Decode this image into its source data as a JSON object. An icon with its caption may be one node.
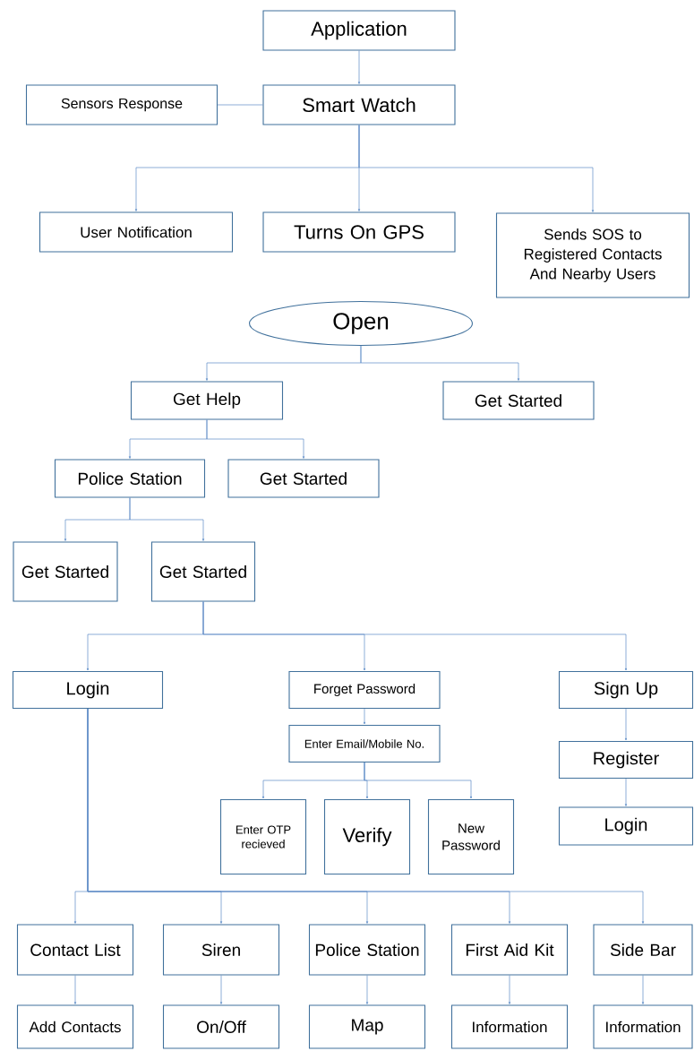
{
  "diagram": {
    "nodes": [
      {
        "text": [
          "Application"
        ]
      },
      {
        "text": [
          "Sensors Response"
        ]
      },
      {
        "text": [
          "Smart Watch"
        ]
      },
      {
        "text": [
          "User Notification"
        ]
      },
      {
        "text": [
          "Turns On GPS"
        ]
      },
      {
        "text": [
          "Sends SOS to Registered Contacts And Nearby Users"
        ]
      },
      {
        "text": [
          "Open"
        ]
      },
      {
        "text": [
          "Get Help"
        ]
      },
      {
        "text": [
          "Get Started"
        ]
      },
      {
        "text": [
          "Police Station"
        ]
      },
      {
        "text": [
          "Get Started"
        ]
      },
      {
        "text": [
          "Get Started"
        ]
      },
      {
        "text": [
          "Get Started"
        ]
      },
      {
        "text": [
          "Login"
        ]
      },
      {
        "text": [
          "Forget Password"
        ]
      },
      {
        "text": [
          "Enter Email/Mobile No."
        ]
      },
      {
        "text": [
          "Enter OTP recieved"
        ]
      },
      {
        "text": [
          "Verify"
        ]
      },
      {
        "text": [
          "New Password"
        ]
      },
      {
        "text": [
          "Sign Up"
        ]
      },
      {
        "text": [
          "Register"
        ]
      },
      {
        "text": [
          "Login"
        ]
      },
      {
        "text": [
          "Contact List"
        ]
      },
      {
        "text": [
          "Siren"
        ]
      },
      {
        "text": [
          "Police Station"
        ]
      },
      {
        "text": [
          "First Aid Kit"
        ]
      },
      {
        "text": [
          "Side Bar"
        ]
      },
      {
        "text": [
          "Add Contacts"
        ]
      },
      {
        "text": [
          "On/Off"
        ]
      },
      {
        "text": [
          "Map"
        ]
      },
      {
        "text": [
          "Information"
        ]
      },
      {
        "text": [
          "Information"
        ]
      }
    ],
    "edges": [
      {
        "from": 0,
        "to": 2,
        "arrow": "to"
      },
      {
        "from": 1,
        "to": 2,
        "arrow": "none"
      },
      {
        "from": 2,
        "to": 3,
        "arrow": "to"
      },
      {
        "from": 2,
        "to": 4,
        "arrow": "to"
      },
      {
        "from": 2,
        "to": 5,
        "arrow": "to"
      },
      {
        "from": 6,
        "to": 7,
        "arrow": "to"
      },
      {
        "from": 6,
        "to": 8,
        "arrow": "to"
      },
      {
        "from": 7,
        "to": 9,
        "arrow": "to"
      },
      {
        "from": 7,
        "to": 10,
        "arrow": "to"
      },
      {
        "from": 9,
        "to": 11,
        "arrow": "to"
      },
      {
        "from": 9,
        "to": 12,
        "arrow": "to"
      },
      {
        "from": 12,
        "to": 13,
        "arrow": "to"
      },
      {
        "from": 12,
        "to": 14,
        "arrow": "to"
      },
      {
        "from": 12,
        "to": 19,
        "arrow": "to"
      },
      {
        "from": 14,
        "to": 15,
        "arrow": "to"
      },
      {
        "from": 15,
        "to": 16,
        "arrow": "to"
      },
      {
        "from": 15,
        "to": 17,
        "arrow": "to"
      },
      {
        "from": 15,
        "to": 18,
        "arrow": "to"
      },
      {
        "from": 19,
        "to": 20,
        "arrow": "to"
      },
      {
        "from": 20,
        "to": 21,
        "arrow": "to"
      },
      {
        "from": 13,
        "to": 22,
        "arrow": "to"
      },
      {
        "from": 13,
        "to": 23,
        "arrow": "to"
      },
      {
        "from": 13,
        "to": 24,
        "arrow": "to"
      },
      {
        "from": 13,
        "to": 25,
        "arrow": "to"
      },
      {
        "from": 13,
        "to": 26,
        "arrow": "to"
      },
      {
        "from": 22,
        "to": 27,
        "arrow": "to"
      },
      {
        "from": 23,
        "to": 28,
        "arrow": "to"
      },
      {
        "from": 24,
        "to": 29,
        "arrow": "to"
      },
      {
        "from": 25,
        "to": 30,
        "arrow": "to"
      },
      {
        "from": 26,
        "to": 31,
        "arrow": "to"
      }
    ]
  }
}
